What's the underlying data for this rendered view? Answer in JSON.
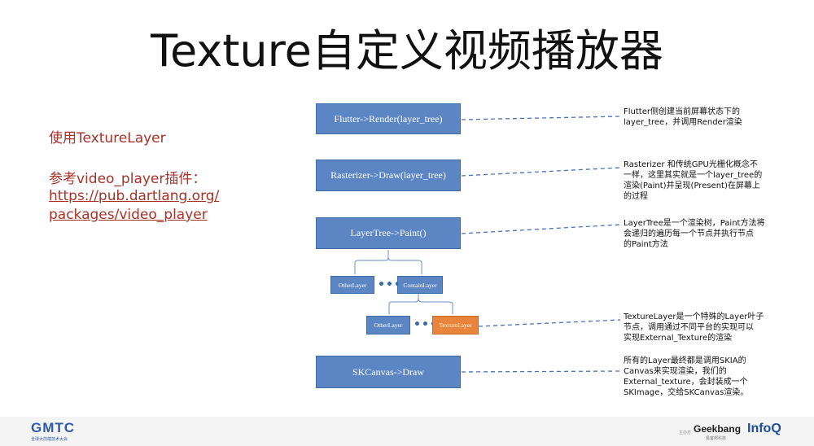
{
  "title": "Texture自定义视频播放器",
  "left": {
    "line1": "使用TextureLayer",
    "line2": "参考video_player插件：",
    "link_line1": "https://pub.dartlang.org/",
    "link_line2": "packages/video_player"
  },
  "boxes": {
    "flutter_render": "Flutter->Render(layer_tree)",
    "rasterizer_draw": "Rasterizer->Draw(layer_tree)",
    "layertree_paint": "LayerTree->Paint()",
    "other_layer_1": "OtherLayer",
    "contain_layer": "ContainLayer",
    "other_layer_2": "OtherLayer",
    "texture_layer": "TextureLayer",
    "skcanvas_draw": "SKCanvas->Draw"
  },
  "dots": "••••",
  "notes": {
    "n1": "Flutter侧创建当前屏幕状态下的\nlayer_tree，并调用Render渲染",
    "n2": "Rasterizer 和传统GPU光栅化概念不\n一样，这里其实就是一个layer_tree的\n渲染(Paint)并呈现(Present)在屏幕上\n的过程",
    "n3": "LayerTree是一个渲染树，Paint方法将\n会递归的遍历每一个节点并执行节点\n的Paint方法",
    "n4": "TextureLayer是一个特殊的Layer叶子\n节点，调用通过不同平台的实现可以\n实现External_Texture的渲染",
    "n5": "所有的Layer最终都是调用SKIA的\nCanvas来实现渲染，我们的\nExternal_texture，会封装成一个\nSKImage，交给SKCanvas渲染。"
  },
  "footer": {
    "gmtc_logo": "GMTC",
    "gmtc_sub": "全球大前端技术大会",
    "organizer": "主办方",
    "geekbang": "Geekbang",
    "geekbang_sub": "极客邦科技",
    "infoq": "InfoQ"
  },
  "colors": {
    "box_blue": "#5b85c3",
    "box_orange": "#e8843c",
    "accent_red": "#a83228",
    "connector": "#4a72b8"
  }
}
